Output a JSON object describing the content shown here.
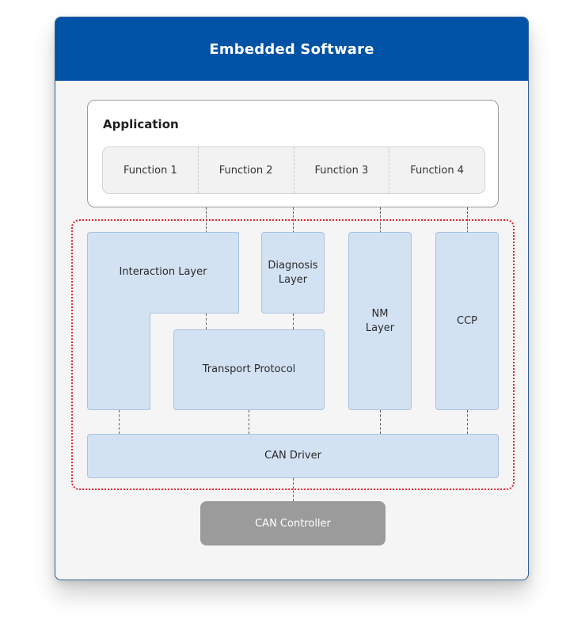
{
  "header": {
    "title": "Embedded Software"
  },
  "application": {
    "title": "Application",
    "functions": [
      "Function 1",
      "Function 2",
      "Function 3",
      "Function 4"
    ]
  },
  "layers": {
    "interaction": "Interaction Layer",
    "diagnosis_line1": "Diagnosis",
    "diagnosis_line2": "Layer",
    "nm_line1": "NM",
    "nm_line2": "Layer",
    "ccp": "CCP",
    "transport": "Transport Protocol",
    "can_driver": "CAN Driver"
  },
  "controller": {
    "label": "CAN Controller"
  },
  "colors": {
    "header": "#0052a5",
    "layer_fill": "#d3e2f3",
    "layer_border": "#a9c3e2",
    "highlight_frame": "#e0262b",
    "controller": "#9b9b9b"
  }
}
